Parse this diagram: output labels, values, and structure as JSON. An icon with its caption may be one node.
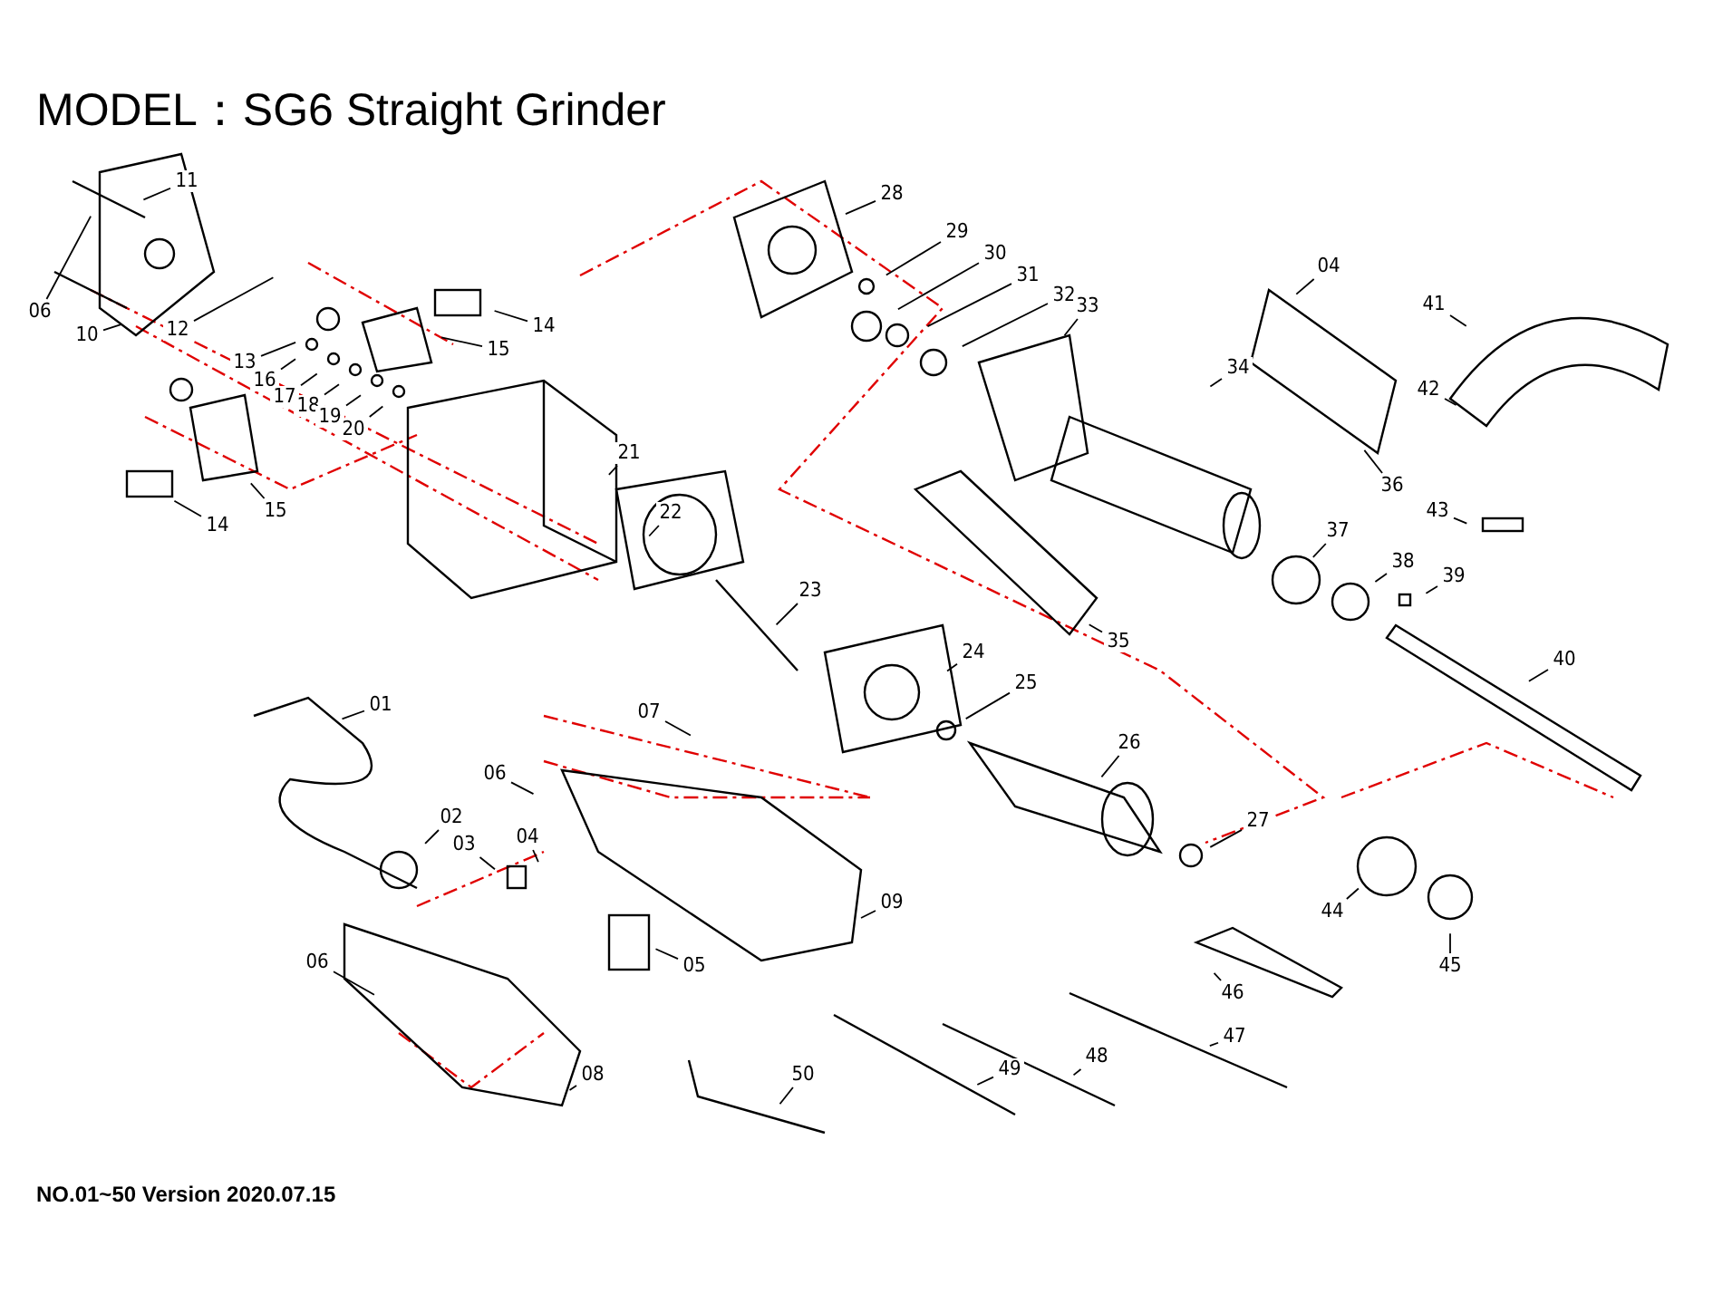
{
  "diagram": {
    "title": "MODEL：SG6  Straight Grinder",
    "caption": "NO.01~50  Version 2020.07.15",
    "nodes": [
      {
        "text": [
          "11"
        ]
      },
      {
        "text": [
          "06"
        ]
      },
      {
        "text": [
          "10"
        ]
      },
      {
        "text": [
          "12"
        ]
      },
      {
        "text": [
          "13"
        ]
      },
      {
        "text": [
          "16"
        ]
      },
      {
        "text": [
          "17"
        ]
      },
      {
        "text": [
          "18"
        ]
      },
      {
        "text": [
          "19"
        ]
      },
      {
        "text": [
          "20"
        ]
      },
      {
        "text": [
          "15"
        ]
      },
      {
        "text": [
          "14"
        ]
      },
      {
        "text": [
          "15"
        ]
      },
      {
        "text": [
          "14"
        ]
      },
      {
        "text": [
          "21"
        ]
      },
      {
        "text": [
          "22"
        ]
      },
      {
        "text": [
          "23"
        ]
      },
      {
        "text": [
          "24"
        ]
      },
      {
        "text": [
          "25"
        ]
      },
      {
        "text": [
          "26"
        ]
      },
      {
        "text": [
          "27"
        ]
      },
      {
        "text": [
          "28"
        ]
      },
      {
        "text": [
          "29"
        ]
      },
      {
        "text": [
          "30"
        ]
      },
      {
        "text": [
          "31"
        ]
      },
      {
        "text": [
          "32"
        ]
      },
      {
        "text": [
          "33"
        ]
      },
      {
        "text": [
          "34"
        ]
      },
      {
        "text": [
          "04"
        ]
      },
      {
        "text": [
          "36"
        ]
      },
      {
        "text": [
          "35"
        ]
      },
      {
        "text": [
          "37"
        ]
      },
      {
        "text": [
          "38"
        ]
      },
      {
        "text": [
          "39"
        ]
      },
      {
        "text": [
          "40"
        ]
      },
      {
        "text": [
          "41"
        ]
      },
      {
        "text": [
          "42"
        ]
      },
      {
        "text": [
          "43"
        ]
      },
      {
        "text": [
          "44"
        ]
      },
      {
        "text": [
          "45"
        ]
      },
      {
        "text": [
          "46"
        ]
      },
      {
        "text": [
          "47"
        ]
      },
      {
        "text": [
          "48"
        ]
      },
      {
        "text": [
          "49"
        ]
      },
      {
        "text": [
          "50"
        ]
      },
      {
        "text": [
          "01"
        ]
      },
      {
        "text": [
          "02"
        ]
      },
      {
        "text": [
          "03"
        ]
      },
      {
        "text": [
          "04"
        ]
      },
      {
        "text": [
          "05"
        ]
      },
      {
        "text": [
          "06"
        ]
      },
      {
        "text": [
          "07"
        ]
      },
      {
        "text": [
          "08"
        ]
      },
      {
        "text": [
          "09"
        ]
      },
      {
        "text": [
          "06"
        ]
      }
    ],
    "edges": [
      {
        "from": 0,
        "to": null,
        "arrow": "none"
      },
      {
        "from": 1,
        "to": null,
        "arrow": "none"
      },
      {
        "from": 2,
        "to": null,
        "arrow": "none"
      },
      {
        "from": 3,
        "to": null,
        "arrow": "none"
      },
      {
        "from": 4,
        "to": null,
        "arrow": "none"
      },
      {
        "from": 5,
        "to": null,
        "arrow": "none"
      },
      {
        "from": 6,
        "to": null,
        "arrow": "none"
      },
      {
        "from": 7,
        "to": null,
        "arrow": "none"
      },
      {
        "from": 8,
        "to": null,
        "arrow": "none"
      },
      {
        "from": 9,
        "to": null,
        "arrow": "none"
      },
      {
        "from": 10,
        "to": null,
        "arrow": "none"
      },
      {
        "from": 11,
        "to": null,
        "arrow": "none"
      },
      {
        "from": 12,
        "to": null,
        "arrow": "none"
      },
      {
        "from": 13,
        "to": null,
        "arrow": "none"
      },
      {
        "from": 14,
        "to": null,
        "arrow": "none"
      },
      {
        "from": 15,
        "to": null,
        "arrow": "none"
      },
      {
        "from": 16,
        "to": null,
        "arrow": "none"
      },
      {
        "from": 17,
        "to": null,
        "arrow": "none"
      },
      {
        "from": 18,
        "to": null,
        "arrow": "none"
      },
      {
        "from": 19,
        "to": null,
        "arrow": "none"
      },
      {
        "from": 20,
        "to": null,
        "arrow": "none"
      },
      {
        "from": 21,
        "to": null,
        "arrow": "none"
      },
      {
        "from": 22,
        "to": null,
        "arrow": "none"
      },
      {
        "from": 23,
        "to": null,
        "arrow": "none"
      },
      {
        "from": 24,
        "to": null,
        "arrow": "none"
      },
      {
        "from": 25,
        "to": null,
        "arrow": "none"
      },
      {
        "from": 26,
        "to": null,
        "arrow": "none"
      },
      {
        "from": 27,
        "to": null,
        "arrow": "none"
      },
      {
        "from": 28,
        "to": null,
        "arrow": "none"
      },
      {
        "from": 29,
        "to": null,
        "arrow": "none"
      },
      {
        "from": 30,
        "to": null,
        "arrow": "none"
      },
      {
        "from": 31,
        "to": null,
        "arrow": "none"
      },
      {
        "from": 32,
        "to": null,
        "arrow": "none"
      },
      {
        "from": 33,
        "to": null,
        "arrow": "none"
      },
      {
        "from": 34,
        "to": null,
        "arrow": "none"
      },
      {
        "from": 35,
        "to": null,
        "arrow": "none"
      },
      {
        "from": 36,
        "to": null,
        "arrow": "none"
      },
      {
        "from": 37,
        "to": null,
        "arrow": "none"
      },
      {
        "from": 38,
        "to": null,
        "arrow": "none"
      },
      {
        "from": 39,
        "to": null,
        "arrow": "none"
      },
      {
        "from": 40,
        "to": null,
        "arrow": "none"
      },
      {
        "from": 41,
        "to": null,
        "arrow": "none"
      },
      {
        "from": 42,
        "to": null,
        "arrow": "none"
      },
      {
        "from": 43,
        "to": null,
        "arrow": "none"
      },
      {
        "from": 44,
        "to": null,
        "arrow": "none"
      },
      {
        "from": 45,
        "to": null,
        "arrow": "none"
      },
      {
        "from": 46,
        "to": null,
        "arrow": "none"
      },
      {
        "from": 47,
        "to": null,
        "arrow": "none"
      },
      {
        "from": 48,
        "to": null,
        "arrow": "none"
      },
      {
        "from": 49,
        "to": null,
        "arrow": "none"
      },
      {
        "from": 50,
        "to": null,
        "arrow": "none"
      },
      {
        "from": 51,
        "to": null,
        "arrow": "none"
      },
      {
        "from": 52,
        "to": null,
        "arrow": "none"
      },
      {
        "from": 53,
        "to": null,
        "arrow": "none"
      },
      {
        "from": 54,
        "to": null,
        "arrow": "none"
      }
    ]
  }
}
